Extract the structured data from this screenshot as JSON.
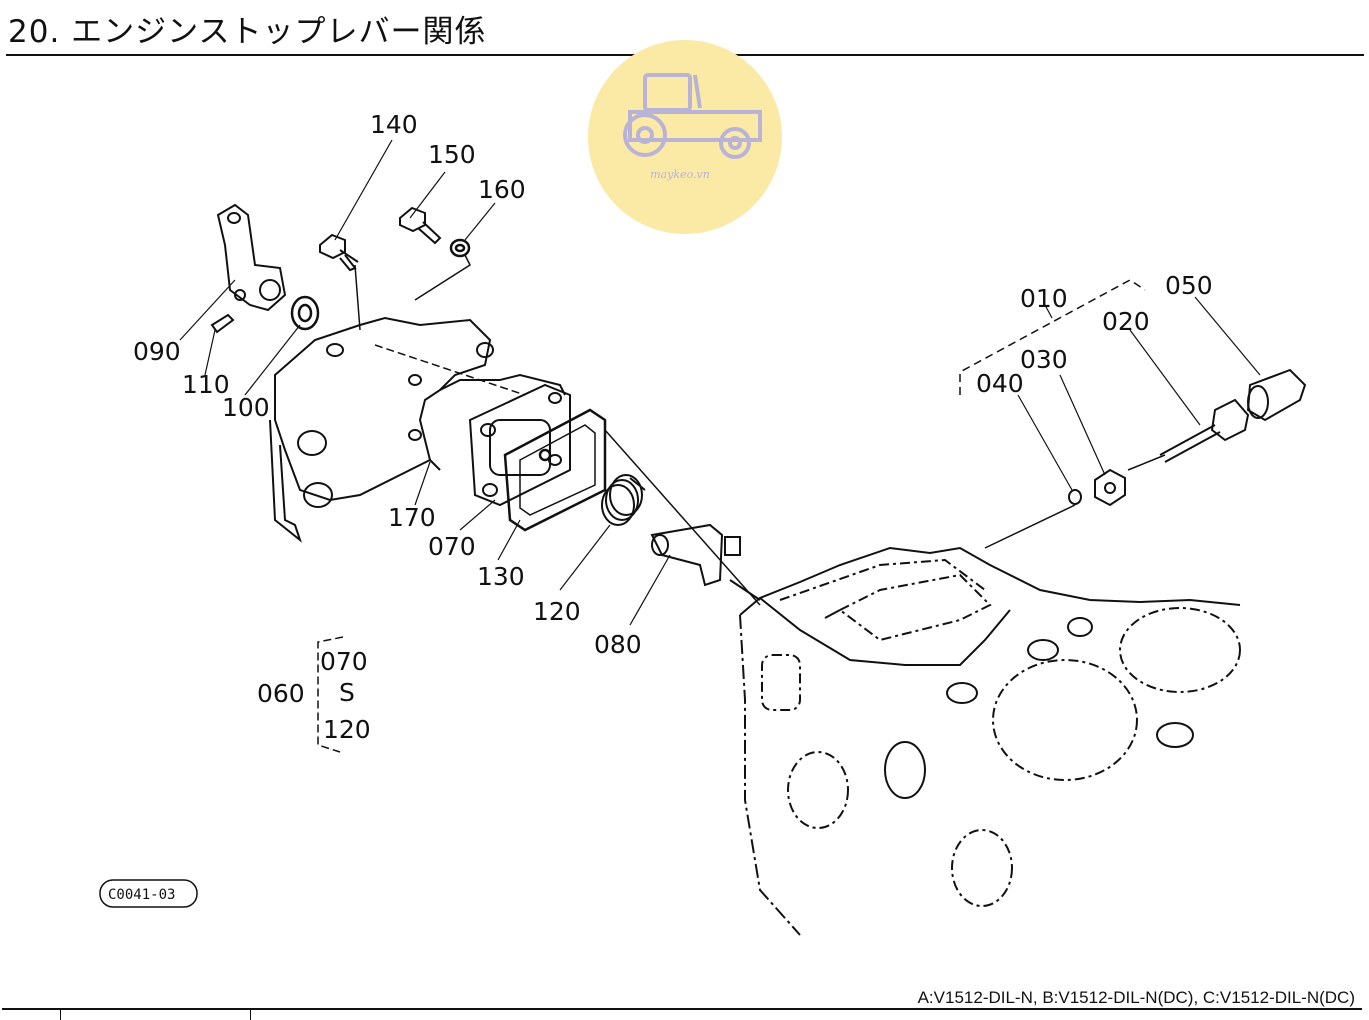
{
  "page": {
    "title": "20. エンジンストップレバー関係",
    "models": "A:V1512-DIL-N,  B:V1512-DIL-N(DC),  C:V1512-DIL-N(DC)"
  },
  "watermark": {
    "text": "maykeo.vn",
    "color": "#fbe9a6"
  },
  "callouts": {
    "p140": "140",
    "p150": "150",
    "p160": "160",
    "p090": "090",
    "p110": "110",
    "p100": "100",
    "p170": "170",
    "p070": "070",
    "p130": "130",
    "p120": "120",
    "p080": "080",
    "p010": "010",
    "p050": "050",
    "p020": "020",
    "p030": "030",
    "p040": "040"
  },
  "kit": {
    "parent": "060",
    "from": "070",
    "to": "120",
    "range_mark": "S"
  },
  "drawing_code": "C0041-03"
}
